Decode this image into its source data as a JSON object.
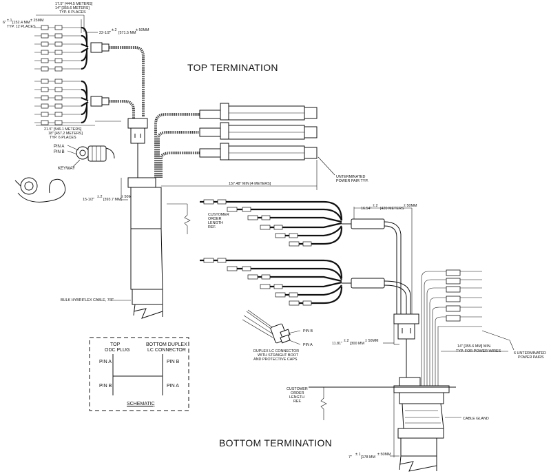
{
  "titles": {
    "top": "TOP TERMINATION",
    "bottom": "BOTTOM TERMINATION"
  },
  "top": {
    "dim_fanout_1": "6\"",
    "dim_fanout_1_tol": "±.1",
    "dim_fanout_1_metric": "[152.4 MM",
    "dim_fanout_1_metric_tol": "± 25MM",
    "dim_fanout_1_note": "TYP. 12 PLACES",
    "dim_upper_1": "17.5\" [444.5 METERS]",
    "dim_upper_2": "14\" [355.6 METERS]",
    "dim_upper_3": "TYP. 6 PLACES",
    "dim_breakout": "22-1/2\"",
    "dim_breakout_tol": "±.2",
    "dim_breakout_metric": "[571.5 MM",
    "dim_breakout_metric_tol": "± 50MM",
    "dim_lower_1": "21.5\" [546.1 METERS]",
    "dim_lower_2": "18\" [457.2 METERS]",
    "dim_lower_3": "TYP. 6 PLACES",
    "pin_a": "PIN A",
    "pin_b": "PIN B",
    "keyway": "KEYWAY",
    "unterminated": "UNTERMINATED",
    "unterminated_2": "POWER PAIR TYP.",
    "dim_power": "157.48\" MIN [4 METERS]",
    "dim_body": "15-1/2\"",
    "dim_body_tol": "±.2",
    "dim_body_metric": "[393.7 MM",
    "dim_body_metric_tol": "± 50MM",
    "ref_1": "CUSTOMER",
    "ref_2": "ORDER",
    "ref_3": "LENGTH",
    "ref_4": "REF.",
    "cable": "BULK HYBRIFLEX CABLE, 7/8\""
  },
  "bottom": {
    "dim_lc": "16.54\"",
    "dim_lc_tol": "±.2",
    "dim_lc_metric": "[420 METERS",
    "dim_lc_metric_tol": "± 50MM",
    "dim_breakout": "11.81\"",
    "dim_breakout_tol": "±.2",
    "dim_breakout_metric": "[300 MM",
    "dim_breakout_metric_tol": "± 50MM",
    "pin_b": "PIN B",
    "pin_a": "PIN A",
    "lc_1": "DUPLEX LC CONNECTOR",
    "lc_2": "WITH STRAIGHT BOOT",
    "lc_3": "AND PROTECTIVE CAPS",
    "power_1": "14\" [355.6 MM] MIN.",
    "power_2": "TYP. FOR POWER WIRES",
    "unterm_1": "6 UNTERMINATED",
    "unterm_2": "POWER PAIRS",
    "ref_1": "CUSTOMER",
    "ref_2": "ORDER",
    "ref_3": "LENGTH",
    "ref_4": "REF.",
    "gland": "CABLE GLAND",
    "dim_gland": "7\"",
    "dim_gland_tol": "±.1",
    "dim_gland_metric": "[178 MM",
    "dim_gland_metric_tol": "± 50MM"
  },
  "schematic": {
    "h_top_1": "TOP",
    "h_top_2": "ODC PLUG",
    "h_bot_1": "BOTTOM DUPLEX",
    "h_bot_2": "LC CONNECTOR",
    "row1_left": "PIN A",
    "row1_right": "PIN B",
    "row2_left": "PIN B",
    "row2_right": "PIN A",
    "caption": "SCHEMATIC"
  }
}
